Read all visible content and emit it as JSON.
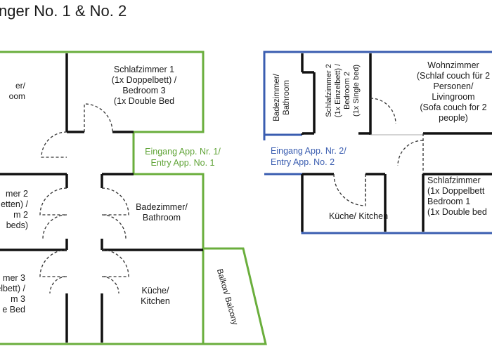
{
  "title": "nger No. 1 & No. 2",
  "colors": {
    "apartment_1": "#6aae3c",
    "apartment_2": "#3a5db0",
    "walls": "#111111",
    "doors": "#333333"
  },
  "apartment_1": {
    "rooms": {
      "partial_top": "er/\noom",
      "bedroom_3_top": "Schlafzimmer 1\n(1x Doppelbett) /\nBedroom 3\n(1x Double Bed",
      "partial_mid": "mer 2\netten) /\nm 2\nbeds)",
      "bathroom": "Badezimmer/\nBathroom",
      "partial_bottom": "mer 3\nelbett) /\nm 3\ne Bed",
      "kitchen": "Küche/\nKitchen",
      "balcony": "Balkon/ Balcony"
    },
    "entry": "Eingang App. Nr. 1/\nEntry App. No. 1"
  },
  "apartment_2": {
    "rooms": {
      "bathroom": "Badezimmer/\nBathroom",
      "bedroom_2": "Schlafzimmer 2\n(1x Einzelbett) /\nBedroom 2\n(1x Single bed)",
      "living": "Wohnzimmer\n(Schlaf couch für 2\nPersonen/\nLivingroom\n(Sofa couch for 2\npeople)",
      "kitchen": "Küche/ Kitchen",
      "bedroom_1": "Schlafzimmer\n(1x Doppelbett\nBedroom 1\n(1x Double bed"
    },
    "entry": "Eingang App. Nr. 2/\nEntry App. No. 2"
  }
}
